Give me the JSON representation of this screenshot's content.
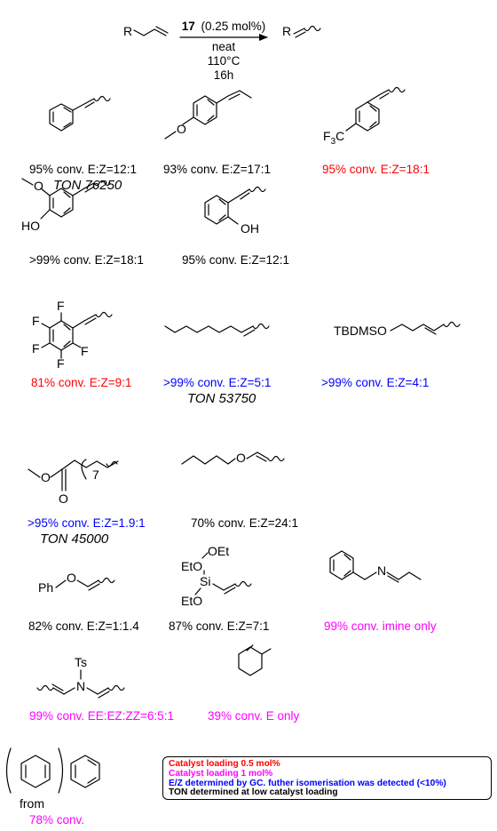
{
  "colors": {
    "black": "#000000",
    "red": "#ff0000",
    "magenta": "#ff00ff",
    "blue": "#0000ff"
  },
  "scheme": {
    "catalyst_number": "17",
    "loading": "(0.25 mol%)",
    "conditions": [
      "neat",
      "110°C",
      "16h"
    ],
    "reactant_group": "R",
    "product_group": "R"
  },
  "atoms": {
    "methoxy_o": "O",
    "cf3": "F",
    "cf3_sub": "3",
    "cf3_c": "C",
    "ho": "HO",
    "oh": "OH",
    "f": "F",
    "tbdmso": "TBDMSO",
    "o": "O",
    "chain_sub": "7",
    "ph": "Ph",
    "oet": "OEt",
    "eto": "EtO",
    "si": "Si",
    "n": "N",
    "ts": "Ts",
    "from": "from"
  },
  "results": [
    {
      "text": "95% conv. E:Z=12:1",
      "color": "#000000"
    },
    {
      "text": "93% conv. E:Z=17:1",
      "color": "#000000"
    },
    {
      "text": "95% conv. E:Z=18:1",
      "color": "#ff0000"
    },
    {
      "text": ">99% conv. E:Z=18:1",
      "color": "#000000"
    },
    {
      "text": "95% conv. E:Z=12:1",
      "color": "#000000"
    },
    {
      "text": "81% conv. E:Z=9:1",
      "color": "#ff0000"
    },
    {
      "text": ">99% conv. E:Z=5:1",
      "color": "#0000ff"
    },
    {
      "text": ">99% conv. E:Z=4:1",
      "color": "#0000ff"
    },
    {
      "text": ">95% conv. E:Z=1.9:1",
      "color": "#0000ff"
    },
    {
      "text": "70% conv. E:Z=24:1",
      "color": "#000000"
    },
    {
      "text": "82% conv. E:Z=1:1.4",
      "color": "#000000"
    },
    {
      "text": "87% conv. E:Z=7:1",
      "color": "#000000"
    },
    {
      "text": "99% conv. imine only",
      "color": "#ff00ff"
    },
    {
      "text": "99% conv. EE:EZ:ZZ=6:5:1",
      "color": "#ff00ff"
    },
    {
      "text": "39% conv. E only",
      "color": "#ff00ff"
    },
    {
      "text": "78% conv.",
      "color": "#ff00ff"
    }
  ],
  "ton": [
    "TON 76250",
    "TON 53750",
    "TON 45000"
  ],
  "legend": [
    {
      "text": "Catalyst loading 0.5 mol%",
      "color": "#ff0000"
    },
    {
      "text": "Catalyst loading 1 mol%",
      "color": "#ff00ff"
    },
    {
      "text": "E/Z determined by GC. futher isomerisation was detected (<10%)",
      "color": "#0000ff"
    },
    {
      "text": "TON determined at low catalyst loading",
      "color": "#000000"
    }
  ]
}
